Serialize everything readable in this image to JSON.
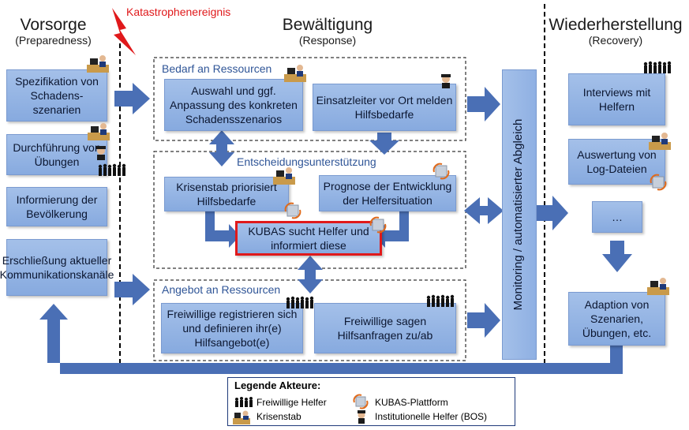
{
  "phases": {
    "preparedness": {
      "title": "Vorsorge",
      "sub": "(Preparedness)"
    },
    "response": {
      "title": "Bewältigung",
      "sub": "(Response)"
    },
    "recovery": {
      "title": "Wiederherstellung",
      "sub": "(Recovery)"
    }
  },
  "disaster_label": "Katastrophenereignis",
  "preparedness_boxes": [
    "Spezifikation von Schadens-szenarien",
    "Durchführung von Übungen",
    "Informierung der Bevölkerung",
    "Erschließung aktueller Kommunikationskanäle"
  ],
  "groups": {
    "demand": "Bedarf an Ressourcen",
    "decision": "Entscheidungsunterstützung",
    "supply": "Angebot an Ressourcen"
  },
  "response_boxes": {
    "select_scenario": "Auswahl und ggf. Anpassung des konkreten Schadensszenarios",
    "field_leader": "Einsatzleiter vor Ort melden Hilfsbedarfe",
    "crisis_staff": "Krisenstab priorisiert Hilfsbedarfe",
    "forecast": "Prognose der Entwicklung der Helfersituation",
    "kubas_search": "KUBAS sucht Helfer und informiert diese",
    "volunteer_register": "Freiwillige registrieren sich und definieren ihr(e) Hilfsangebot(e)",
    "volunteer_answer": "Freiwillige sagen Hilfsanfragen zu/ab"
  },
  "monitoring": "Monitoring / automatisierter Abgleich",
  "recovery_boxes": {
    "interviews": "Interviews mit Helfern",
    "logs": "Auswertung von Log-Dateien",
    "ellipsis": "…",
    "adaption": "Adaption von Szenarien, Übungen, etc."
  },
  "legend": {
    "title": "Legende Akteure:",
    "volunteers": "Freiwillige Helfer",
    "crisis_staff": "Krisenstab",
    "platform": "KUBAS-Plattform",
    "institutional": "Institutionelle Helfer (BOS)"
  },
  "colors": {
    "box": "#94b3e3",
    "arrow": "#4a6fb5",
    "highlight": "#e0191b",
    "disaster": "#e0191b"
  }
}
